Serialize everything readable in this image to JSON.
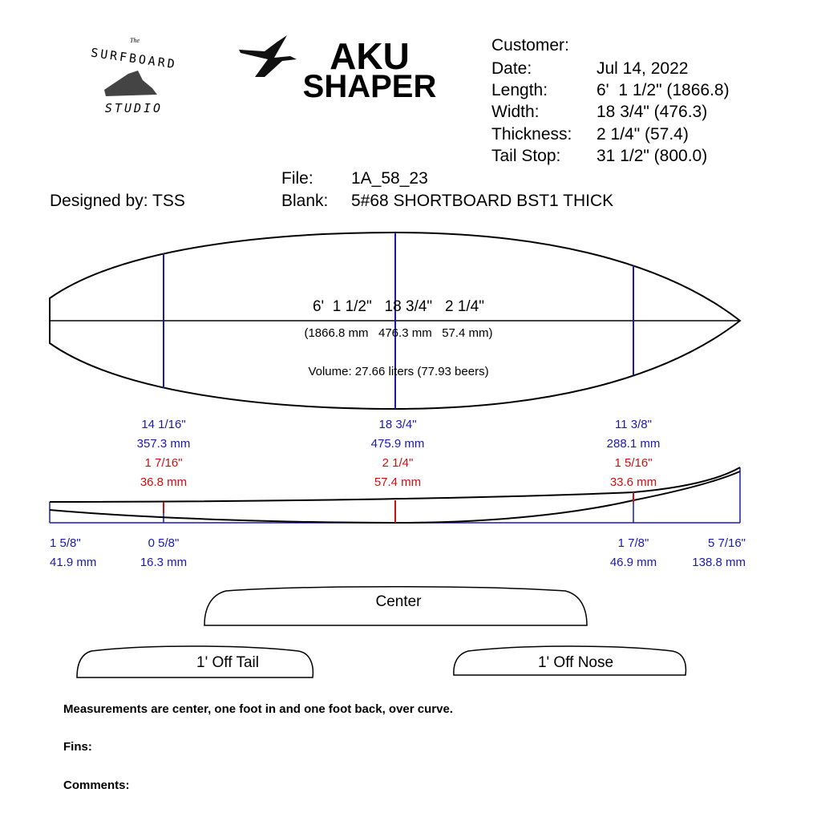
{
  "logo": {
    "small": "The",
    "top": "SURFBOARD",
    "bottom": "STUDIO"
  },
  "brand": {
    "line1": "AKU",
    "line2": "SHAPER"
  },
  "info": {
    "customer_label": "Customer:",
    "customer_value": "",
    "date_label": "Date:",
    "date_value": "Jul 14, 2022",
    "length_label": "Length:",
    "length_value": "6'  1 1/2\" (1866.8)",
    "width_label": "Width:",
    "width_value": "18 3/4\" (476.3)",
    "thickness_label": "Thickness:",
    "thickness_value": "2 1/4\" (57.4)",
    "tailstop_label": "Tail Stop:",
    "tailstop_value": "31 1/2\" (800.0)"
  },
  "file": {
    "label": "File:",
    "value": "1A_58_23"
  },
  "blank": {
    "label": "Blank:",
    "value": "5#68 SHORTBOARD BST1 THICK"
  },
  "designer": "Designed by: TSS",
  "outline": {
    "dims": "6'  1 1/2\"   18 3/4\"   2 1/4\"",
    "dims_mm": "(1866.8 mm   476.3 mm   57.4 mm)",
    "volume": "Volume: 27.66 liters (77.93 beers)"
  },
  "stations": [
    {
      "width_in": "14 1/16\"",
      "width_mm": "357.3 mm",
      "thick_in": "1 7/16\"",
      "thick_mm": "36.8 mm"
    },
    {
      "width_in": "18 3/4\"",
      "width_mm": "475.9 mm",
      "thick_in": "2 1/4\"",
      "thick_mm": "57.4 mm"
    },
    {
      "width_in": "11 3/8\"",
      "width_mm": "288.1 mm",
      "thick_in": "1 5/16\"",
      "thick_mm": "33.6 mm"
    }
  ],
  "rocker": [
    {
      "in": "1 5/8\"",
      "mm": "41.9 mm"
    },
    {
      "in": "0 5/8\"",
      "mm": "16.3 mm"
    },
    {
      "in": "1 7/8\"",
      "mm": "46.9 mm"
    },
    {
      "in": "5 7/16\"",
      "mm": "138.8 mm"
    }
  ],
  "templates": {
    "center": "Center",
    "tail": "1' Off Tail",
    "nose": "1' Off Nose"
  },
  "notes": {
    "measurements": "Measurements are center, one foot in and one foot back, over curve.",
    "fins": "Fins:",
    "comments": "Comments:"
  },
  "colors": {
    "blue": "#1a1aa8",
    "red": "#cc1010"
  }
}
